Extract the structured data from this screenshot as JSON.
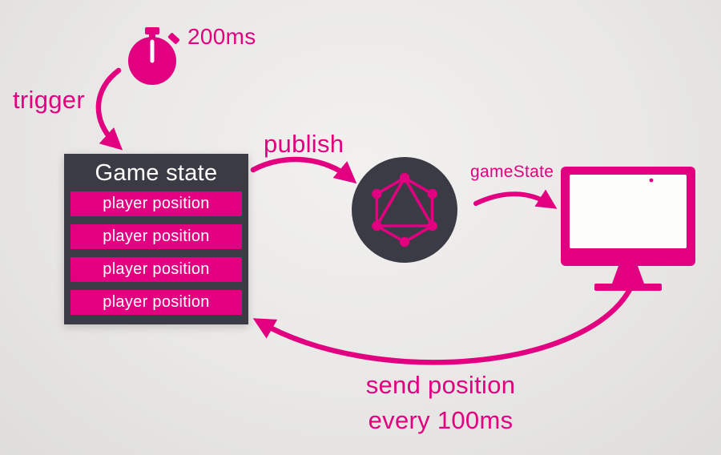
{
  "colors": {
    "magenta": "#e20080",
    "dark": "#3b3b45"
  },
  "timer": {
    "icon": "stopwatch-icon",
    "duration_label": "200ms"
  },
  "flow_labels": {
    "trigger": "trigger",
    "publish": "publish",
    "game_state_event": "gameState",
    "feedback_line1": "send position",
    "feedback_line2": "every 100ms"
  },
  "game_state_box": {
    "title": "Game state",
    "rows": [
      "player position",
      "player position",
      "player position",
      "player position"
    ]
  },
  "icons": {
    "stopwatch": "stopwatch-icon",
    "graphql": "graphql-logo-icon",
    "monitor": "monitor-icon"
  }
}
